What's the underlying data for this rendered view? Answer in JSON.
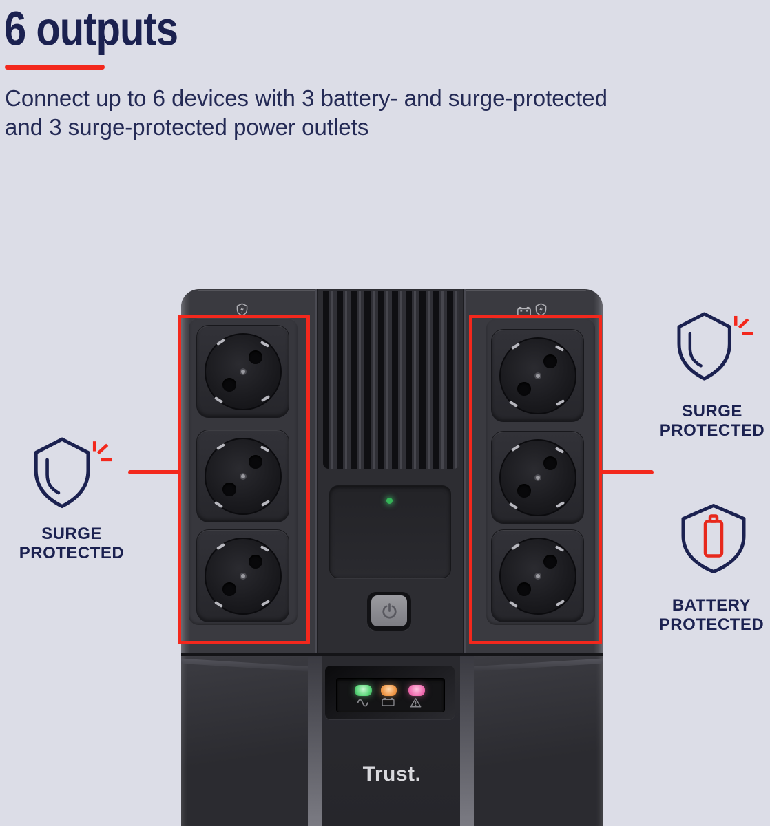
{
  "page": {
    "background_color": "#dcdde7",
    "accent_red": "#f3281d",
    "navy": "#1b2150"
  },
  "header": {
    "title": "6 outputs",
    "subtitle_line1": "Connect up to 6 devices with 3 battery- and surge-protected",
    "subtitle_line2": "and 3 surge-protected power outlets"
  },
  "callouts": {
    "left_surge": {
      "line1": "SURGE",
      "line2": "PROTECTED",
      "icon": "shield-spark-icon"
    },
    "right_surge": {
      "line1": "SURGE",
      "line2": "PROTECTED",
      "icon": "shield-spark-icon"
    },
    "right_battery": {
      "line1": "BATTERY",
      "line2": "PROTECTED",
      "icon": "shield-battery-icon"
    }
  },
  "product": {
    "brand": "Trust.",
    "outlet_count": 6,
    "surge_protected_outlets": 3,
    "battery_protected_outlets": 3,
    "top_marking_icons": {
      "left_group": [
        "surge-shield-icon"
      ],
      "right_group": [
        "battery-icon",
        "surge-shield-icon"
      ]
    },
    "status_leds": [
      {
        "name": "mains-led",
        "color": "#5fd97d",
        "icon": "sine-wave-icon"
      },
      {
        "name": "battery-led",
        "color": "#f09a4c",
        "icon": "battery-icon"
      },
      {
        "name": "alarm-led",
        "color": "#f272b4",
        "icon": "warning-triangle-icon"
      }
    ],
    "power_indicator_color": "#35b457"
  }
}
